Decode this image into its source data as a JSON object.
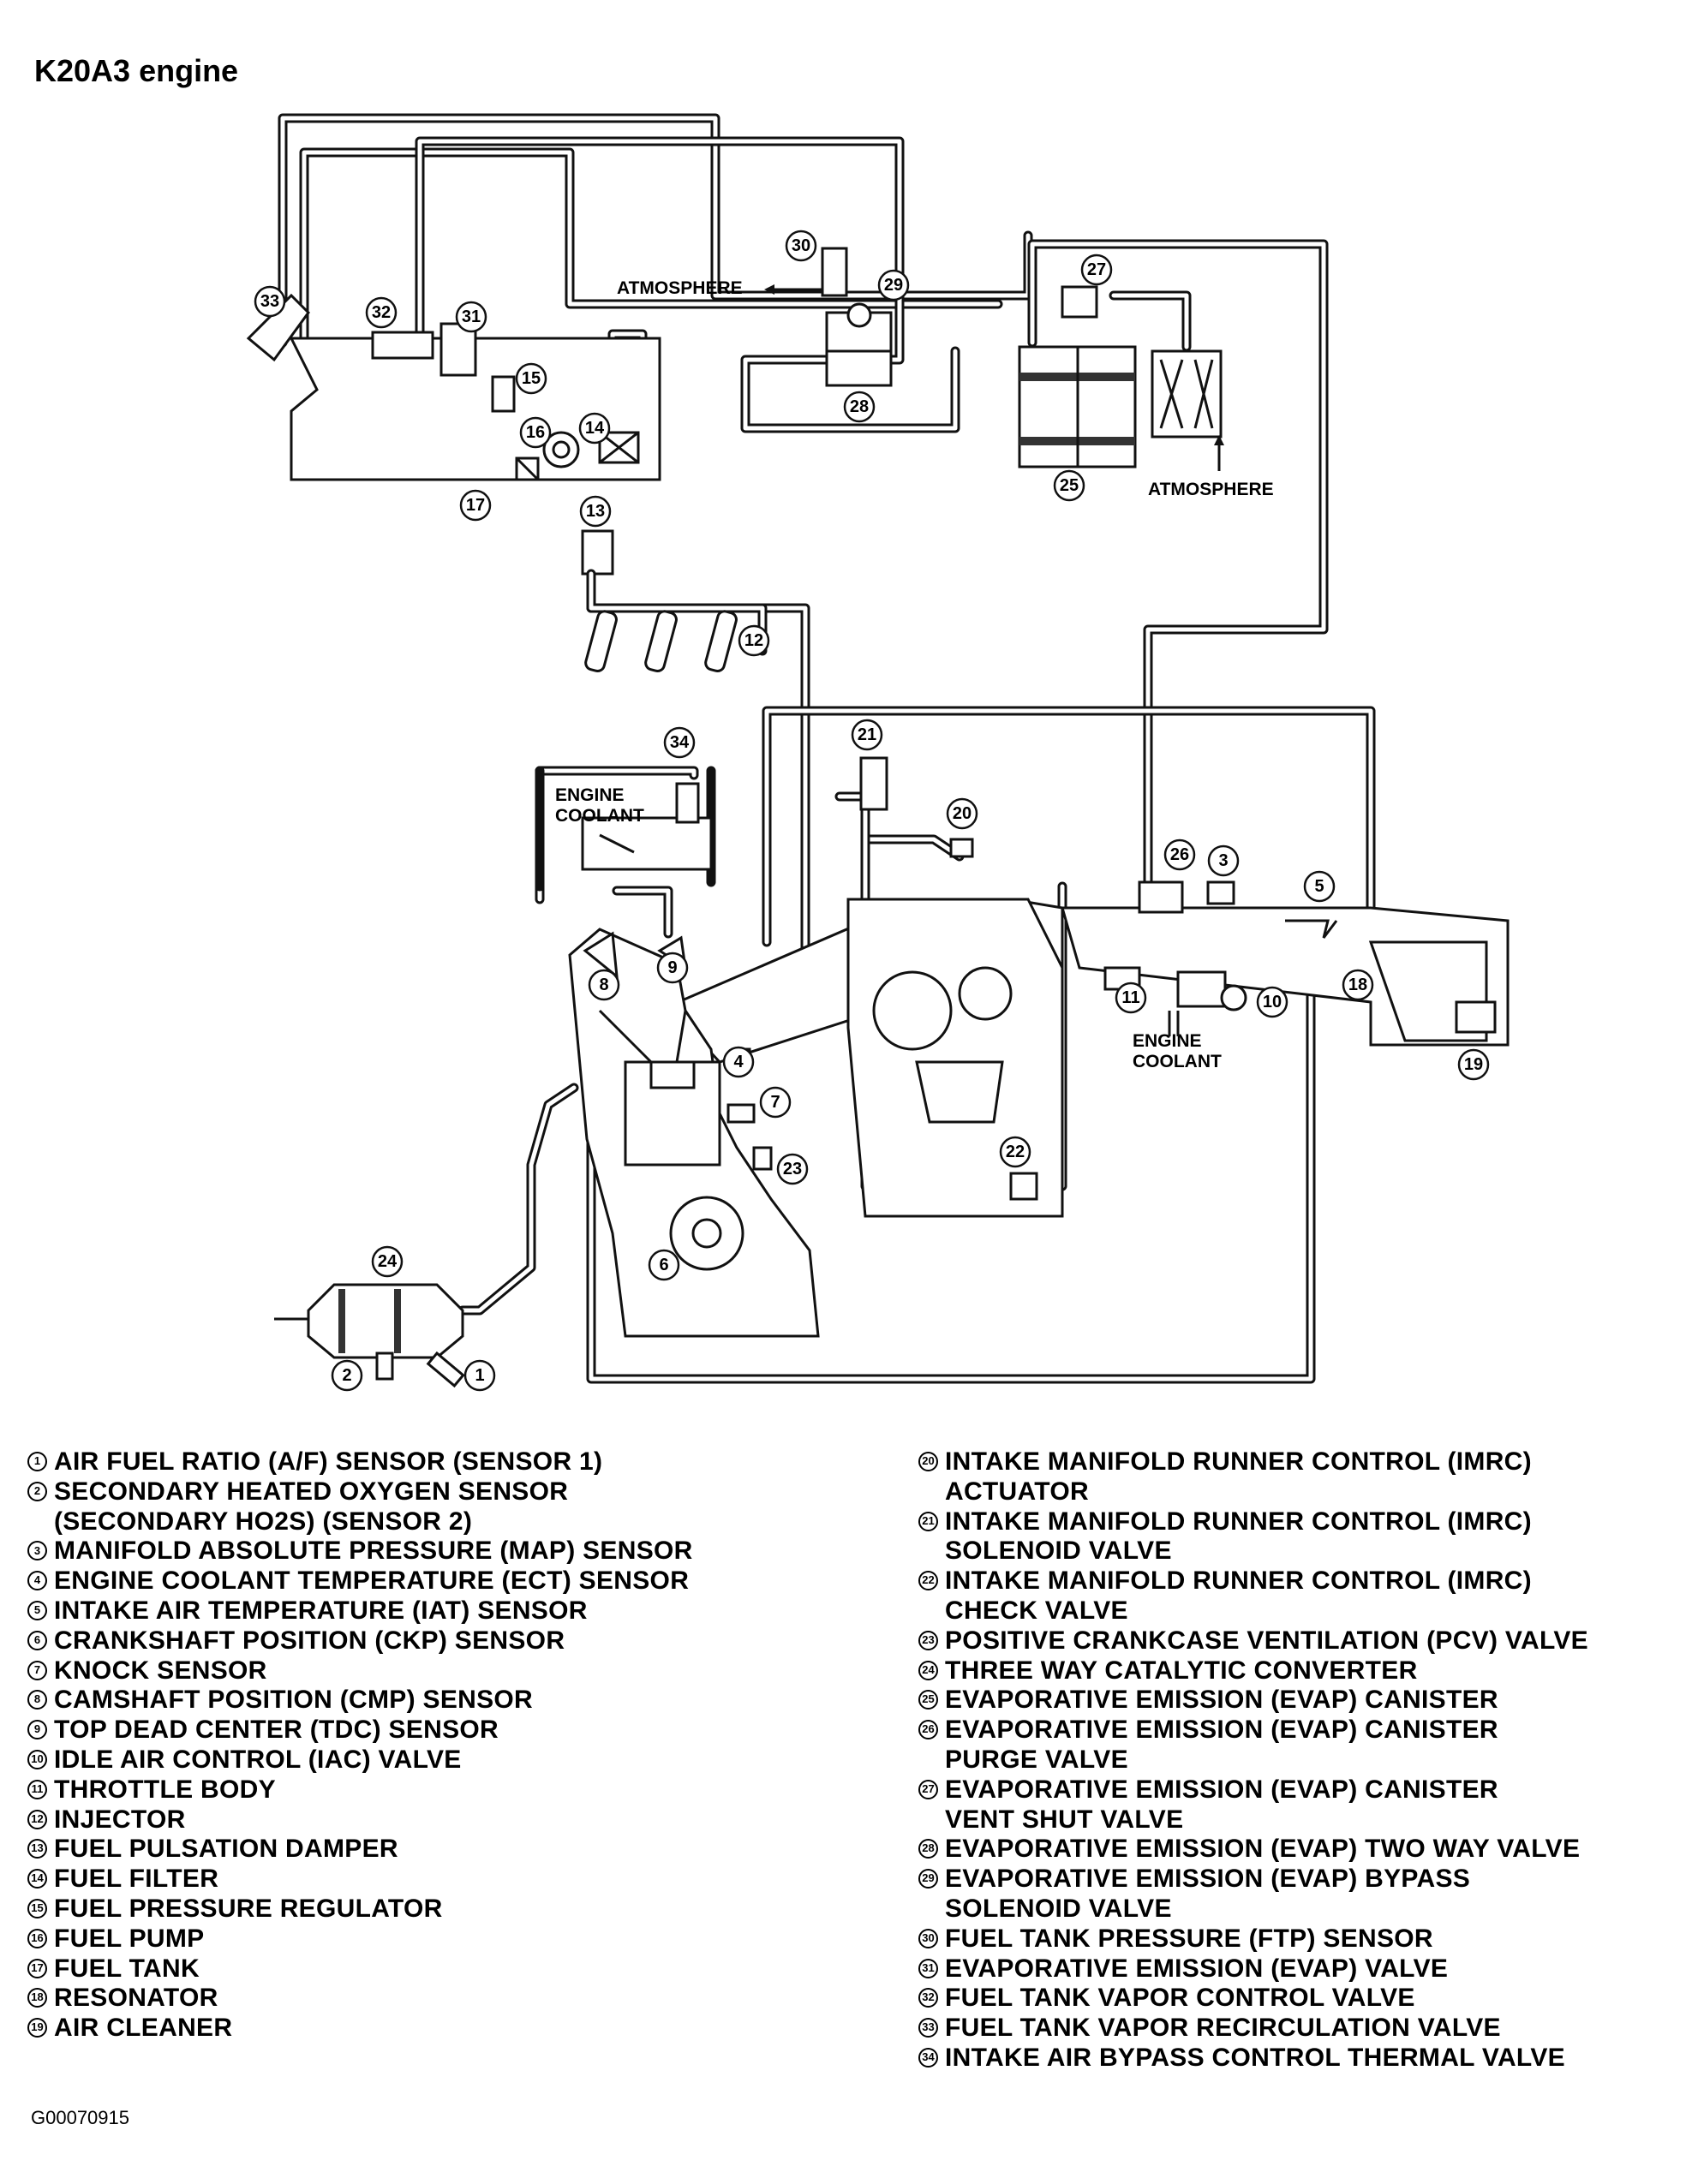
{
  "title": "K20A3 engine",
  "diagram_labels": {
    "atmosphere_top": "ATMOSPHERE",
    "atmosphere_right": "ATMOSPHERE",
    "engine_coolant_top": "ENGINE\nCOOLANT",
    "engine_coolant_bottom": "ENGINE\nCOOLANT"
  },
  "callouts": [
    "1",
    "2",
    "3",
    "4",
    "5",
    "6",
    "7",
    "8",
    "9",
    "10",
    "11",
    "12",
    "13",
    "14",
    "15",
    "16",
    "17",
    "18",
    "19",
    "20",
    "21",
    "22",
    "23",
    "24",
    "25",
    "26",
    "27",
    "28",
    "29",
    "30",
    "31",
    "32",
    "33",
    "34"
  ],
  "legend": {
    "left": [
      {
        "num": "1",
        "text": "AIR FUEL RATIO (A/F) SENSOR (SENSOR 1)"
      },
      {
        "num": "2",
        "text": "SECONDARY HEATED OXYGEN SENSOR\n(SECONDARY HO2S) (SENSOR 2)"
      },
      {
        "num": "3",
        "text": "MANIFOLD ABSOLUTE PRESSURE (MAP) SENSOR"
      },
      {
        "num": "4",
        "text": "ENGINE COOLANT TEMPERATURE (ECT) SENSOR"
      },
      {
        "num": "5",
        "text": "INTAKE AIR TEMPERATURE (IAT) SENSOR"
      },
      {
        "num": "6",
        "text": "CRANKSHAFT POSITION (CKP) SENSOR"
      },
      {
        "num": "7",
        "text": "KNOCK SENSOR"
      },
      {
        "num": "8",
        "text": "CAMSHAFT POSITION (CMP) SENSOR"
      },
      {
        "num": "9",
        "text": "TOP DEAD CENTER (TDC) SENSOR"
      },
      {
        "num": "10",
        "text": "IDLE AIR CONTROL (IAC) VALVE"
      },
      {
        "num": "11",
        "text": "THROTTLE BODY"
      },
      {
        "num": "12",
        "text": "INJECTOR"
      },
      {
        "num": "13",
        "text": "FUEL PULSATION DAMPER"
      },
      {
        "num": "14",
        "text": "FUEL FILTER"
      },
      {
        "num": "15",
        "text": "FUEL PRESSURE REGULATOR"
      },
      {
        "num": "16",
        "text": "FUEL PUMP"
      },
      {
        "num": "17",
        "text": "FUEL TANK"
      },
      {
        "num": "18",
        "text": "RESONATOR"
      },
      {
        "num": "19",
        "text": "AIR CLEANER"
      }
    ],
    "right": [
      {
        "num": "20",
        "text": "INTAKE MANIFOLD RUNNER CONTROL (IMRC)\nACTUATOR"
      },
      {
        "num": "21",
        "text": "INTAKE MANIFOLD RUNNER CONTROL (IMRC)\nSOLENOID VALVE"
      },
      {
        "num": "22",
        "text": "INTAKE MANIFOLD RUNNER CONTROL (IMRC)\nCHECK VALVE"
      },
      {
        "num": "23",
        "text": "POSITIVE CRANKCASE VENTILATION (PCV) VALVE"
      },
      {
        "num": "24",
        "text": "THREE WAY CATALYTIC CONVERTER"
      },
      {
        "num": "25",
        "text": "EVAPORATIVE EMISSION (EVAP) CANISTER"
      },
      {
        "num": "26",
        "text": "EVAPORATIVE EMISSION (EVAP) CANISTER\nPURGE VALVE"
      },
      {
        "num": "27",
        "text": "EVAPORATIVE EMISSION (EVAP) CANISTER\nVENT SHUT VALVE"
      },
      {
        "num": "28",
        "text": "EVAPORATIVE EMISSION (EVAP) TWO WAY VALVE"
      },
      {
        "num": "29",
        "text": "EVAPORATIVE EMISSION (EVAP) BYPASS\nSOLENOID VALVE"
      },
      {
        "num": "30",
        "text": "FUEL TANK PRESSURE (FTP) SENSOR"
      },
      {
        "num": "31",
        "text": "EVAPORATIVE EMISSION (EVAP) VALVE"
      },
      {
        "num": "32",
        "text": "FUEL TANK VAPOR CONTROL VALVE"
      },
      {
        "num": "33",
        "text": "FUEL TANK VAPOR RECIRCULATION VALVE"
      },
      {
        "num": "34",
        "text": "INTAKE AIR BYPASS CONTROL THERMAL VALVE"
      }
    ]
  },
  "footer_code": "G00070915"
}
